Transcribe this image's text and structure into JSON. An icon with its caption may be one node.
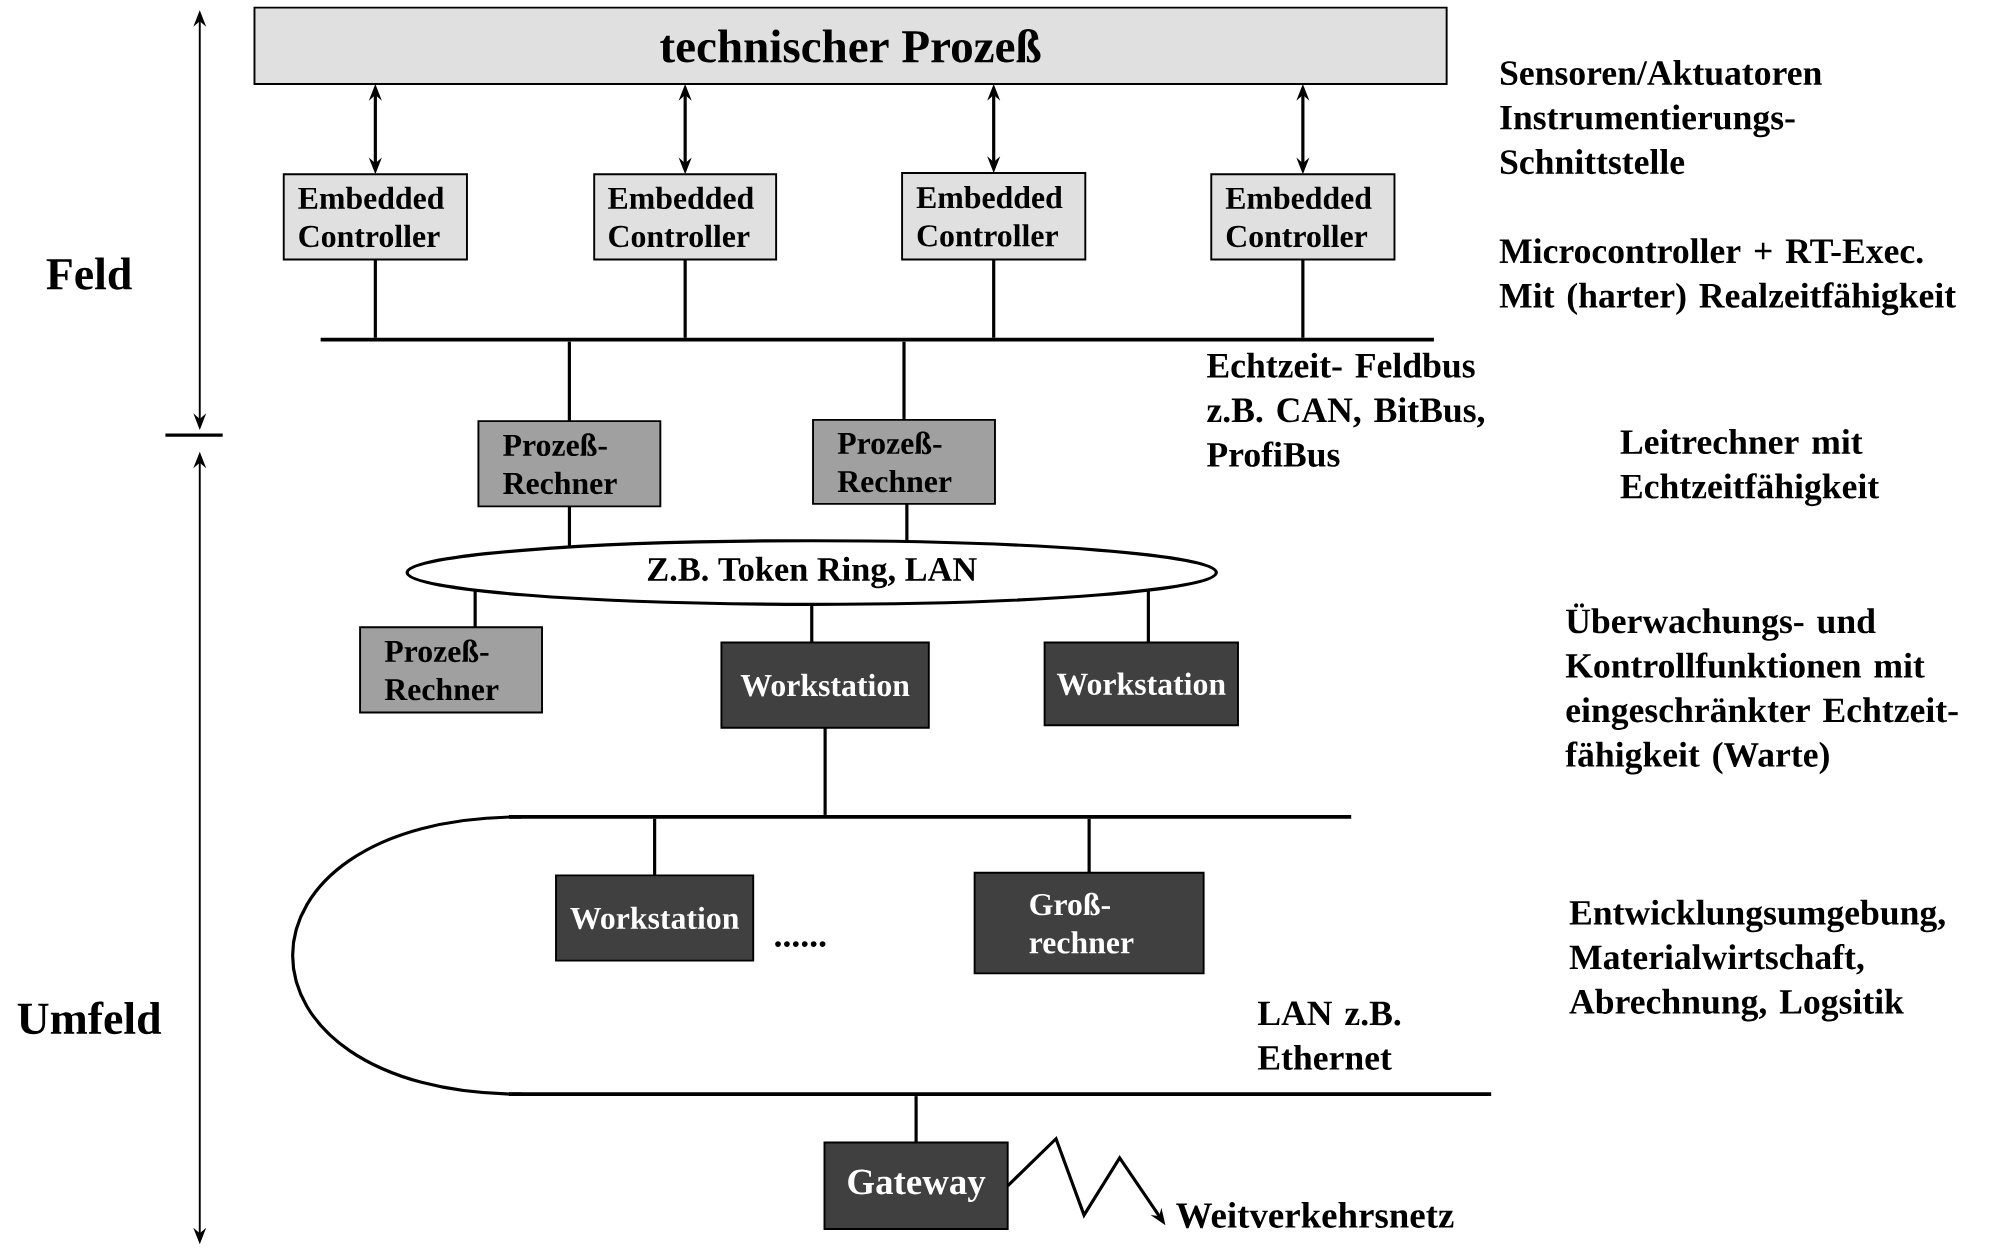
{
  "diagram": {
    "nodes": [
      {
        "text": [
          "technischer Prozeß"
        ]
      },
      {
        "text": [
          "Embedded Controller"
        ]
      },
      {
        "text": [
          "Embedded Controller"
        ]
      },
      {
        "text": [
          "Embedded Controller"
        ]
      },
      {
        "text": [
          "Embedded Controller"
        ]
      },
      {
        "text": [],
        "shape": "bar",
        "beside": [
          "Echtzeit- Feldbus z.B. CAN, BitBus, ProfiBus"
        ]
      },
      {
        "text": [
          "Prozeß- Rechner"
        ]
      },
      {
        "text": [
          "Prozeß- Rechner"
        ]
      },
      {
        "text": [
          "Z.B. Token Ring, LAN"
        ]
      },
      {
        "text": [
          "Prozeß- Rechner"
        ]
      },
      {
        "text": [
          "Workstation"
        ]
      },
      {
        "text": [
          "Workstation"
        ]
      },
      {
        "text": [],
        "shape": "bar"
      },
      {
        "text": [
          "Workstation"
        ]
      },
      {
        "text": [
          "Groß- rechner"
        ]
      },
      {
        "text": [],
        "shape": "bar",
        "beside": [
          "LAN z.B. Ethernet"
        ]
      },
      {
        "text": [
          "Gateway"
        ]
      },
      {
        "text": [
          "Weitverkehrsnetz"
        ]
      }
    ],
    "edges": [
      {
        "from": 0,
        "to": 1,
        "arrow": "both"
      },
      {
        "from": 0,
        "to": 2,
        "arrow": "both"
      },
      {
        "from": 0,
        "to": 3,
        "arrow": "both"
      },
      {
        "from": 0,
        "to": 4,
        "arrow": "both"
      },
      {
        "from": 1,
        "to": 5,
        "arrow": "none"
      },
      {
        "from": 2,
        "to": 5,
        "arrow": "none"
      },
      {
        "from": 3,
        "to": 5,
        "arrow": "none"
      },
      {
        "from": 4,
        "to": 5,
        "arrow": "none"
      },
      {
        "from": 5,
        "to": 6,
        "arrow": "none"
      },
      {
        "from": 5,
        "to": 7,
        "arrow": "none"
      },
      {
        "from": 6,
        "to": 8,
        "arrow": "none"
      },
      {
        "from": 7,
        "to": 8,
        "arrow": "none"
      },
      {
        "from": 8,
        "to": 9,
        "arrow": "none"
      },
      {
        "from": 8,
        "to": 10,
        "arrow": "none"
      },
      {
        "from": 8,
        "to": 11,
        "arrow": "none"
      },
      {
        "from": 10,
        "to": 12,
        "arrow": "none"
      },
      {
        "from": 12,
        "to": 13,
        "arrow": "none"
      },
      {
        "from": 12,
        "to": 14,
        "arrow": "none"
      },
      {
        "from": 12,
        "to": 15,
        "arrow": "none"
      },
      {
        "from": 15,
        "to": 16,
        "arrow": "none"
      },
      {
        "from": 16,
        "to": 17,
        "arrow": "to"
      }
    ],
    "labels": [
      "Sensoren/Aktuatoren Instrumentierungs- Schnittstelle",
      "Microcontroller + RT-Exec. Mit (harter) Realzeitfähigkeit",
      "Feld",
      "Leitrechner mit Echtzeitfähigkeit",
      "Überwachungs- und Kontrollfunktionen mit eingeschränkter Echtzeit- fähigkeit (Warte)",
      "Entwicklungsumgebung, Materialwirtschaft, Abrechnung, Logsitik",
      "......",
      "Umfeld"
    ]
  }
}
